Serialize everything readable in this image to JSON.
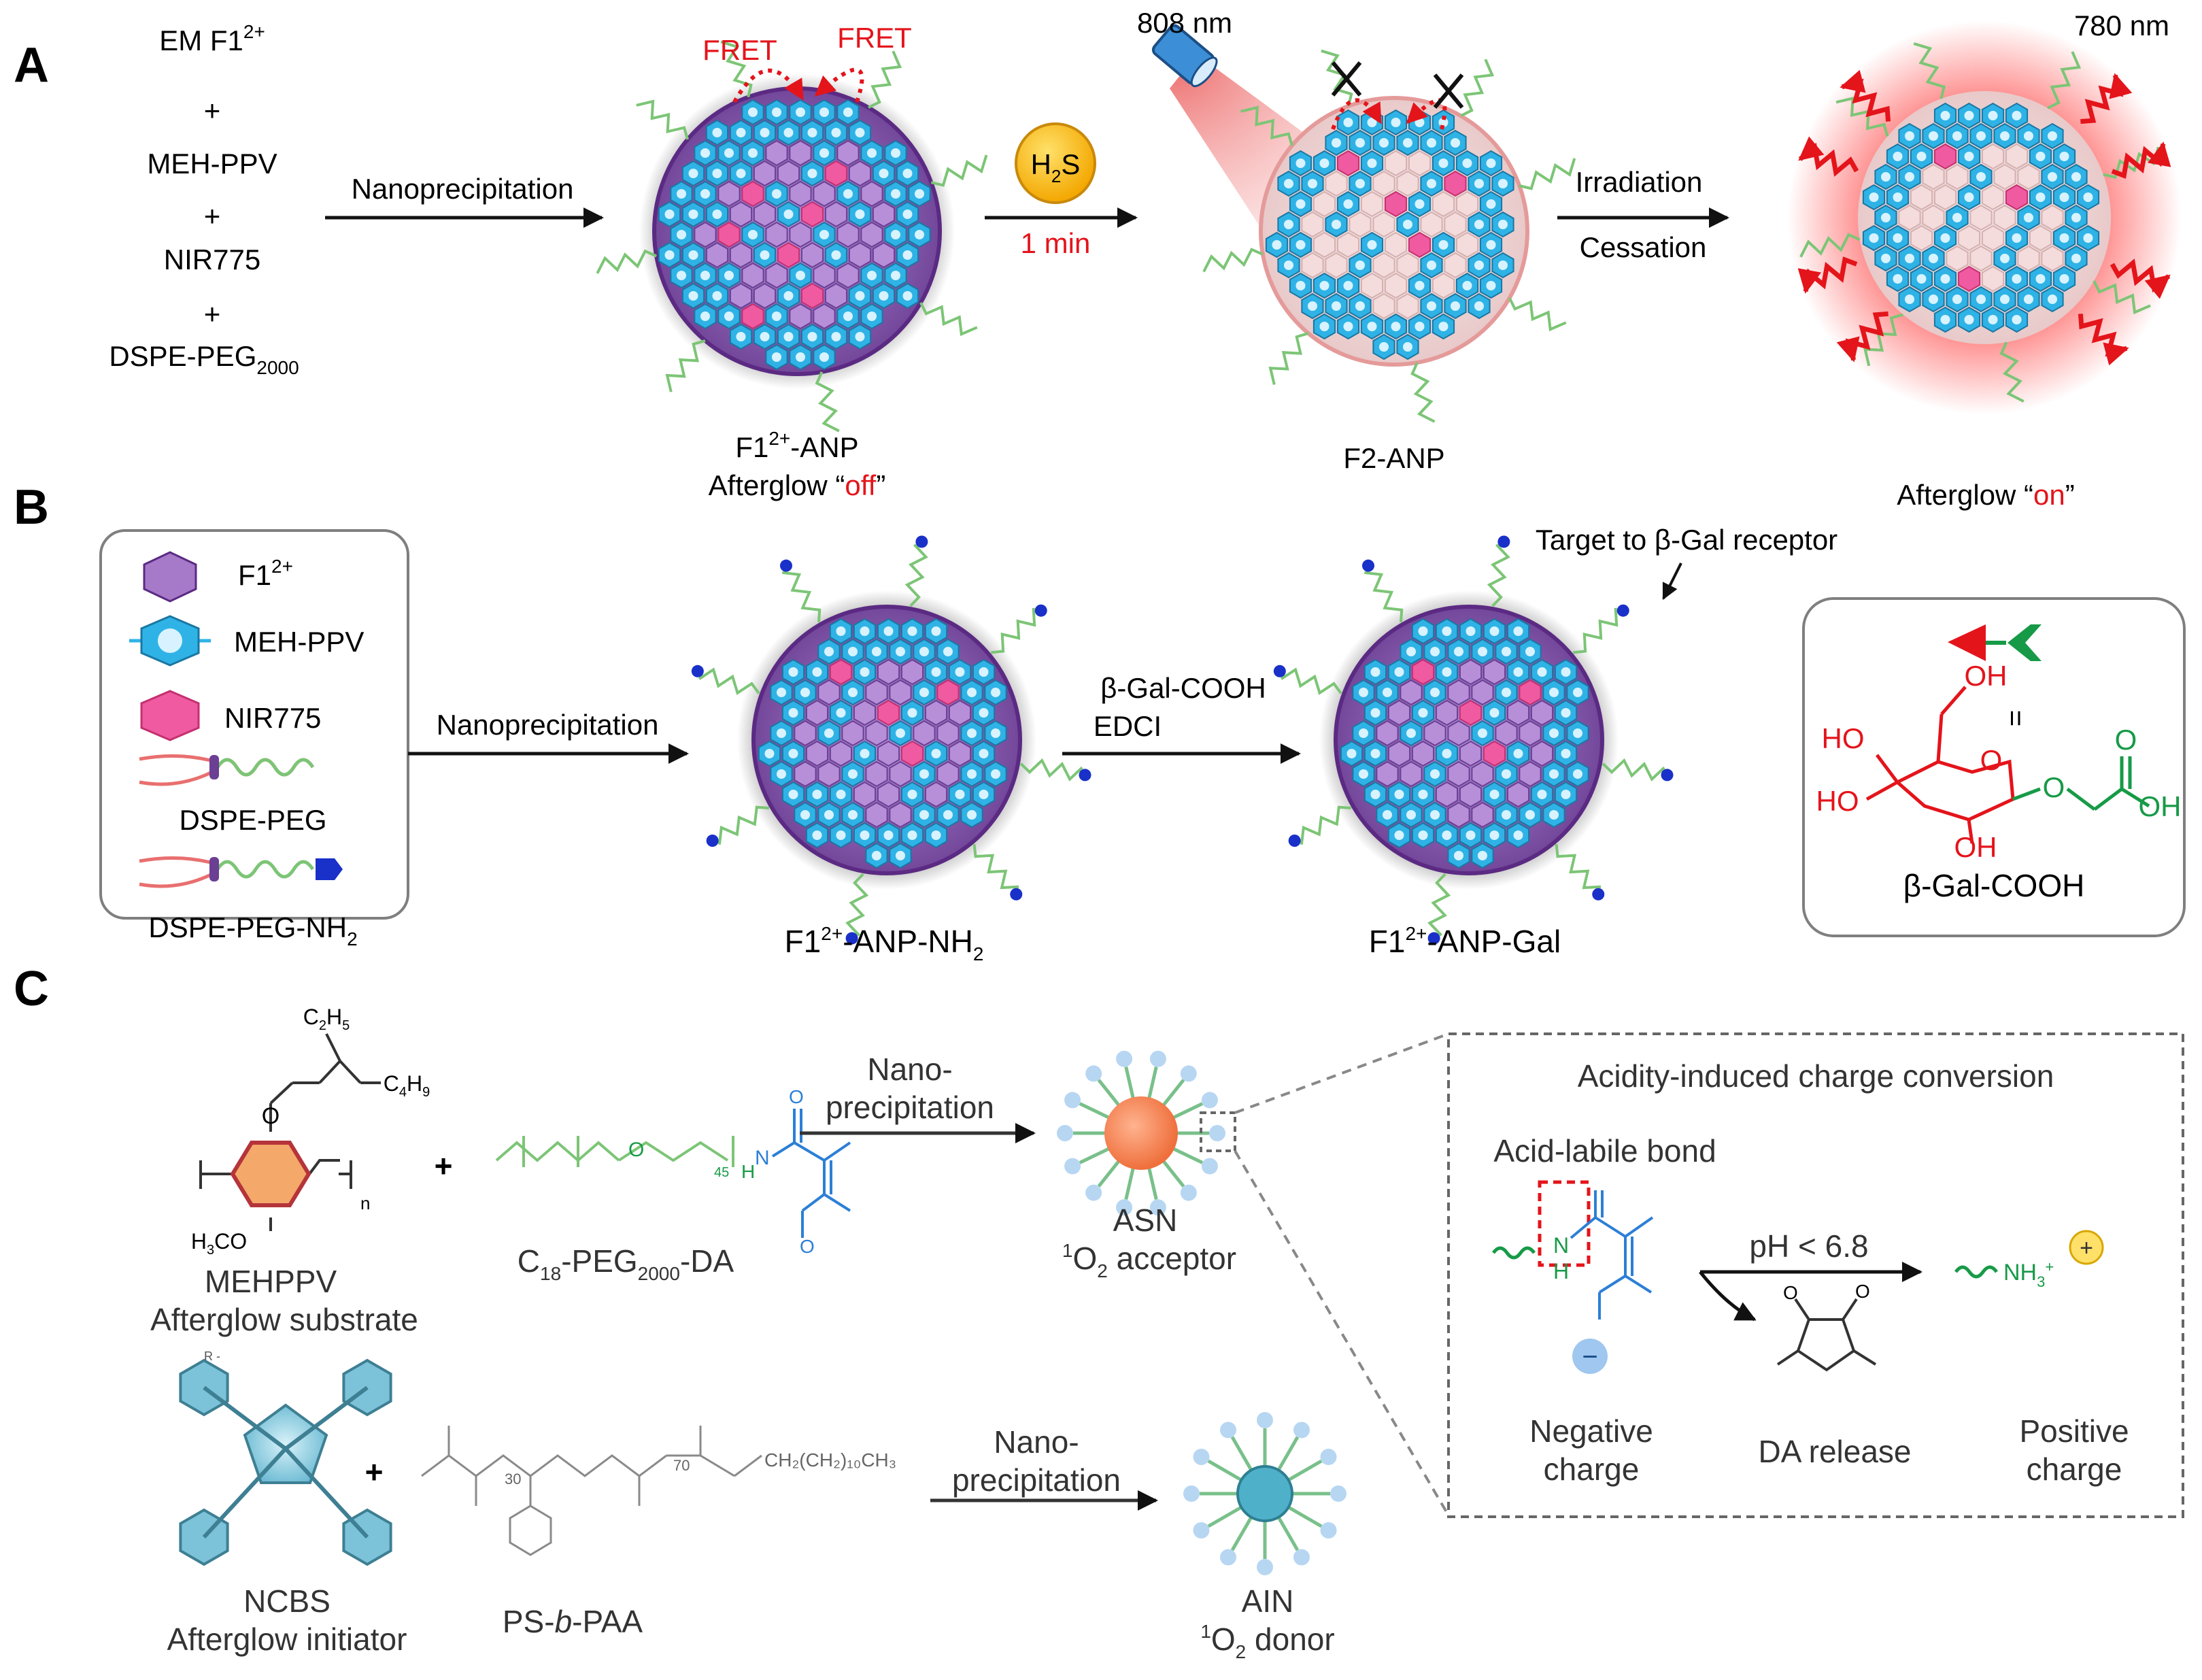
{
  "panels": {
    "a": "A",
    "b": "B",
    "c": "C"
  },
  "panel_a": {
    "ingredients": [
      "EM F1",
      "+",
      "MEH-PPV",
      "+",
      "NIR775",
      "+",
      "DSPE-PEG"
    ],
    "ingredient_sup": "2+",
    "ingredient_sub": "2000",
    "step1_arrow": "Nanoprecipitation",
    "fret1": "FRET",
    "fret2": "FRET",
    "h2s_h": "H",
    "h2s_sub": "2",
    "h2s_s": "S",
    "time": "1 min",
    "laser": "808 nm",
    "emission": "780 nm",
    "step3_top": "Irradiation",
    "step3_bottom": "Cessation",
    "np1_name": "F1",
    "np1_name_sup": "2+",
    "np1_name_rest": "-ANP",
    "np1_state_prefix": "Afterglow “",
    "np1_state_word": "off",
    "np1_state_suffix": "”",
    "np2_name": "F2-ANP",
    "np3_state_prefix": "Afterglow “",
    "np3_state_word": "on",
    "np3_state_suffix": "”"
  },
  "panel_b": {
    "legend": {
      "f1": "F1",
      "f1_sup": "2+",
      "meh": "MEH-PPV",
      "nir": "NIR775",
      "dspe_peg": "DSPE-PEG",
      "dspe_peg_nh2": "DSPE-PEG-NH",
      "nh2_sub": "2"
    },
    "step1_arrow": "Nanoprecipitation",
    "step2_top": "β-Gal-COOH",
    "step2_bottom": "EDCI",
    "target_label": "Target to β-Gal receptor",
    "np1_name": "F1",
    "np1_sup": "2+",
    "np1_rest": "-ANP-NH",
    "np1_sub": "2",
    "np2_name": "F1",
    "np2_sup": "2+",
    "np2_rest": "-ANP-Gal",
    "gal_box": {
      "equals": "=",
      "oh1": "OH",
      "ho1": "HO",
      "ho2": "HO",
      "oh2": "OH",
      "o_ring": "O",
      "o_link": "O",
      "o_carbonyl": "O",
      "oh_acid": "OH",
      "name": "β-Gal-COOH"
    }
  },
  "panel_c": {
    "mehppv_name": "MEHPPV",
    "mehppv_role": "Afterglow substrate",
    "mehppv_c2": "C",
    "mehppv_c2_sub": "2",
    "mehppv_h5": "H",
    "mehppv_h5_sub": "5",
    "mehppv_c4": "C",
    "mehppv_c4_sub": "4",
    "mehppv_h9": "H",
    "mehppv_h9_sub": "9",
    "mehppv_o": "O",
    "mehppv_h3co": "H",
    "mehppv_h3co_sub": "3",
    "mehppv_h3co_rest": "CO",
    "mehppv_n": "n",
    "plus": "+",
    "c18_c": "C",
    "c18_sub": "18",
    "c18_peg": "-PEG",
    "c18_peg_sub": "2000",
    "c18_da": "-DA",
    "peg_n1": "45",
    "peg_o": "O",
    "peg_h": "H",
    "peg_n": "N",
    "arrow1_l1": "Nano-",
    "arrow1_l2": "precipitation",
    "asn_name": "ASN",
    "asn_role_sup": "1",
    "asn_role_o": "O",
    "asn_role_sub": "2",
    "asn_role_rest": " acceptor",
    "box_title": "Acidity-induced charge conversion",
    "acid_label": "Acid-labile bond",
    "ph_label": "pH < 6.8",
    "nh3_label": "NH",
    "nh3_sub": "3",
    "nh3_sup": "+",
    "neg_label_1": "Negative",
    "neg_label_2": "charge",
    "da_release": "DA release",
    "pos_label_1": "Positive",
    "pos_label_2": "charge",
    "minus": "−",
    "plus_sign": "+",
    "ncbs_name": "NCBS",
    "ncbs_role": "Afterglow initiator",
    "psb_ps": "PS-",
    "psb_b": "b",
    "psb_paa": "-PAA",
    "psb_n1": "30",
    "psb_n2": "70",
    "psb_tail": "CH₂(CH₂)₁₀CH₃",
    "arrow2_l1": "Nano-",
    "arrow2_l2": "precipitation",
    "ain_name": "AIN",
    "ain_role_sup": "1",
    "ain_role_o": "O",
    "ain_role_sub": "2",
    "ain_role_rest": " donor"
  },
  "colors": {
    "red": "#e4141b",
    "blue_hex": "#2fb3e6",
    "pink_hex": "#ef5aa1",
    "purple_hex": "#a679c9",
    "green_peg": "#7cc576",
    "gray_box": "#7f7f7f"
  }
}
